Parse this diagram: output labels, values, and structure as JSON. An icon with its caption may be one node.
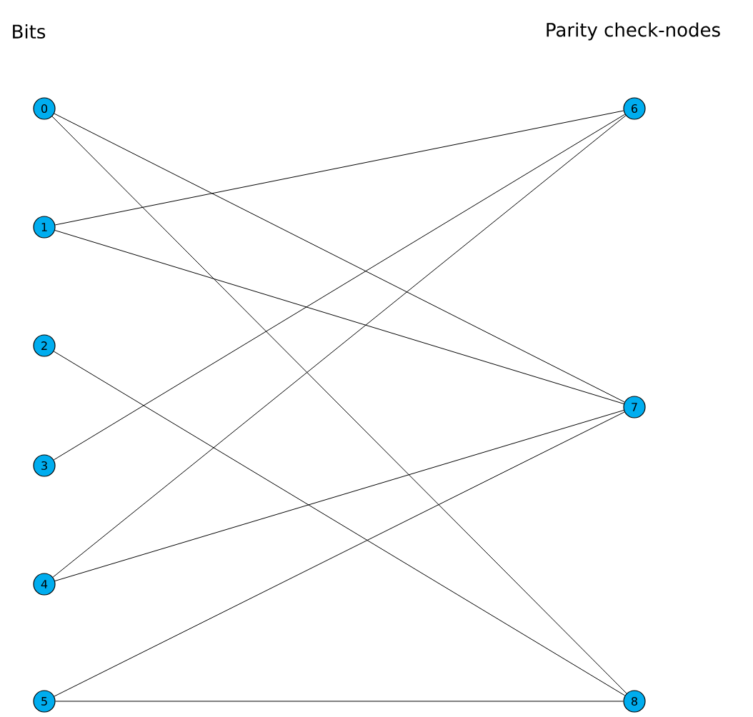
{
  "diagram": {
    "nodes": [
      {
        "text": [
          "0"
        ]
      },
      {
        "text": [
          "1"
        ]
      },
      {
        "text": [
          "2"
        ]
      },
      {
        "text": [
          "3"
        ]
      },
      {
        "text": [
          "4"
        ]
      },
      {
        "text": [
          "5"
        ]
      },
      {
        "text": [
          "6"
        ]
      },
      {
        "text": [
          "7"
        ]
      },
      {
        "text": [
          "8"
        ]
      }
    ],
    "edges": [
      {
        "from": 0,
        "to": 7,
        "arrow": "none"
      },
      {
        "from": 0,
        "to": 8,
        "arrow": "none"
      },
      {
        "from": 1,
        "to": 6,
        "arrow": "none"
      },
      {
        "from": 1,
        "to": 7,
        "arrow": "none"
      },
      {
        "from": 2,
        "to": 8,
        "arrow": "none"
      },
      {
        "from": 3,
        "to": 6,
        "arrow": "none"
      },
      {
        "from": 4,
        "to": 6,
        "arrow": "none"
      },
      {
        "from": 4,
        "to": 7,
        "arrow": "none"
      },
      {
        "from": 5,
        "to": 7,
        "arrow": "none"
      },
      {
        "from": 5,
        "to": 8,
        "arrow": "none"
      }
    ],
    "labels": [
      "Bits",
      "Parity check-nodes"
    ]
  }
}
